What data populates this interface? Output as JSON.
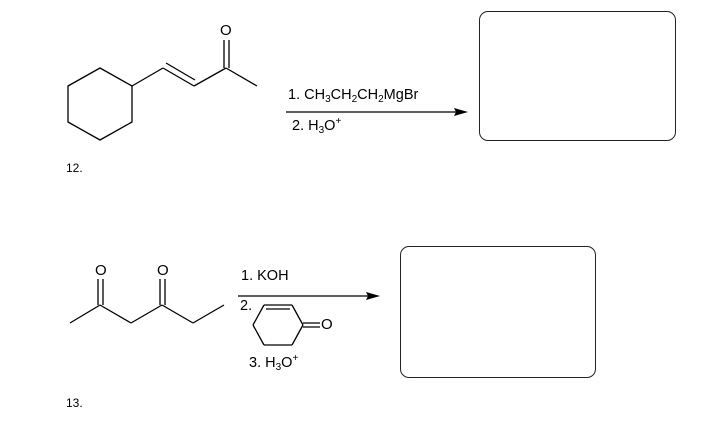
{
  "problems": [
    {
      "number": "12.",
      "starting_material": "(E)-4-cyclohexylbut-3-en-2-one",
      "reagents": {
        "step1_prefix": "1. ",
        "step1_parts": [
          "CH",
          "3",
          "CH",
          "2",
          "CH",
          "2",
          "MgBr"
        ],
        "step2_prefix": "2. H",
        "step2_sub": "3",
        "step2_main": "O",
        "step2_sup": "+"
      },
      "answer_box": "empty"
    },
    {
      "number": "13.",
      "starting_material": "hexane-2,4-dione",
      "reagents": {
        "step1": "1. KOH",
        "step2_label": "2.",
        "step2_structure": "cyclohex-2-en-1-one",
        "step2_atom": "O",
        "step3_prefix": "3. H",
        "step3_sub": "3",
        "step3_main": "O",
        "step3_sup": "+"
      },
      "answer_box": "empty"
    }
  ],
  "atoms": {
    "oxygen": "O"
  }
}
